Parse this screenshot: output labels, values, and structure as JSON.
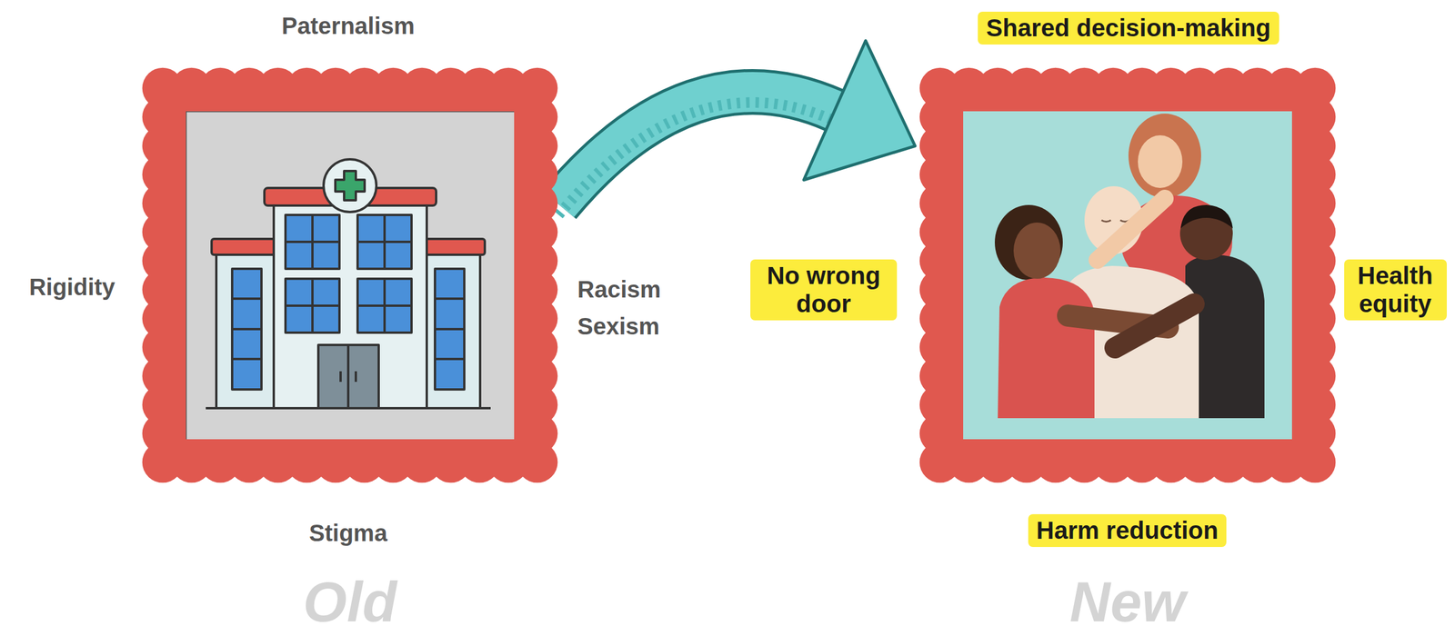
{
  "diagram": {
    "nodes": [
      {
        "text": [
          "Old"
        ]
      },
      {
        "text": [
          "New"
        ]
      },
      {
        "text": [
          "Shared decision-making"
        ]
      },
      {
        "text": [
          "No wrong door"
        ]
      },
      {
        "text": [
          "Health equity"
        ]
      },
      {
        "text": [
          "Harm reduction"
        ]
      }
    ],
    "edges": [
      {
        "from": 0,
        "to": 1,
        "arrow": "to"
      }
    ],
    "labels": [
      "Paternalism",
      "Rigidity",
      "Racism",
      "Sexism",
      "Stigma"
    ]
  }
}
